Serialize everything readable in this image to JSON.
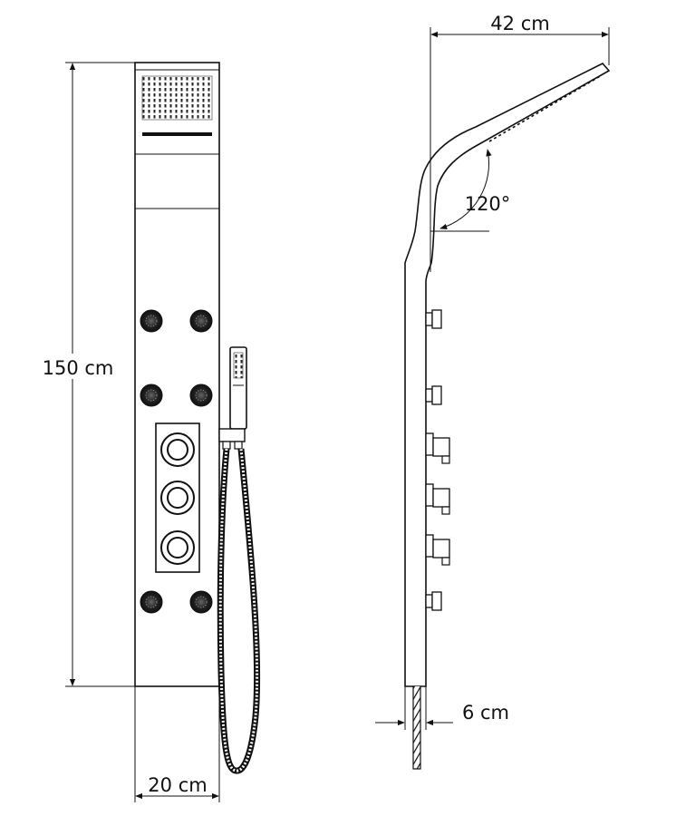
{
  "dimensions": {
    "height": "150 cm",
    "width_front": "20 cm",
    "depth_top": "42 cm",
    "depth_base": "6 cm",
    "angle": "120°"
  },
  "front_view": {
    "body_jets_count": 6,
    "control_knobs_count": 3
  },
  "side_view": {
    "side_nozzles_count": 6
  }
}
